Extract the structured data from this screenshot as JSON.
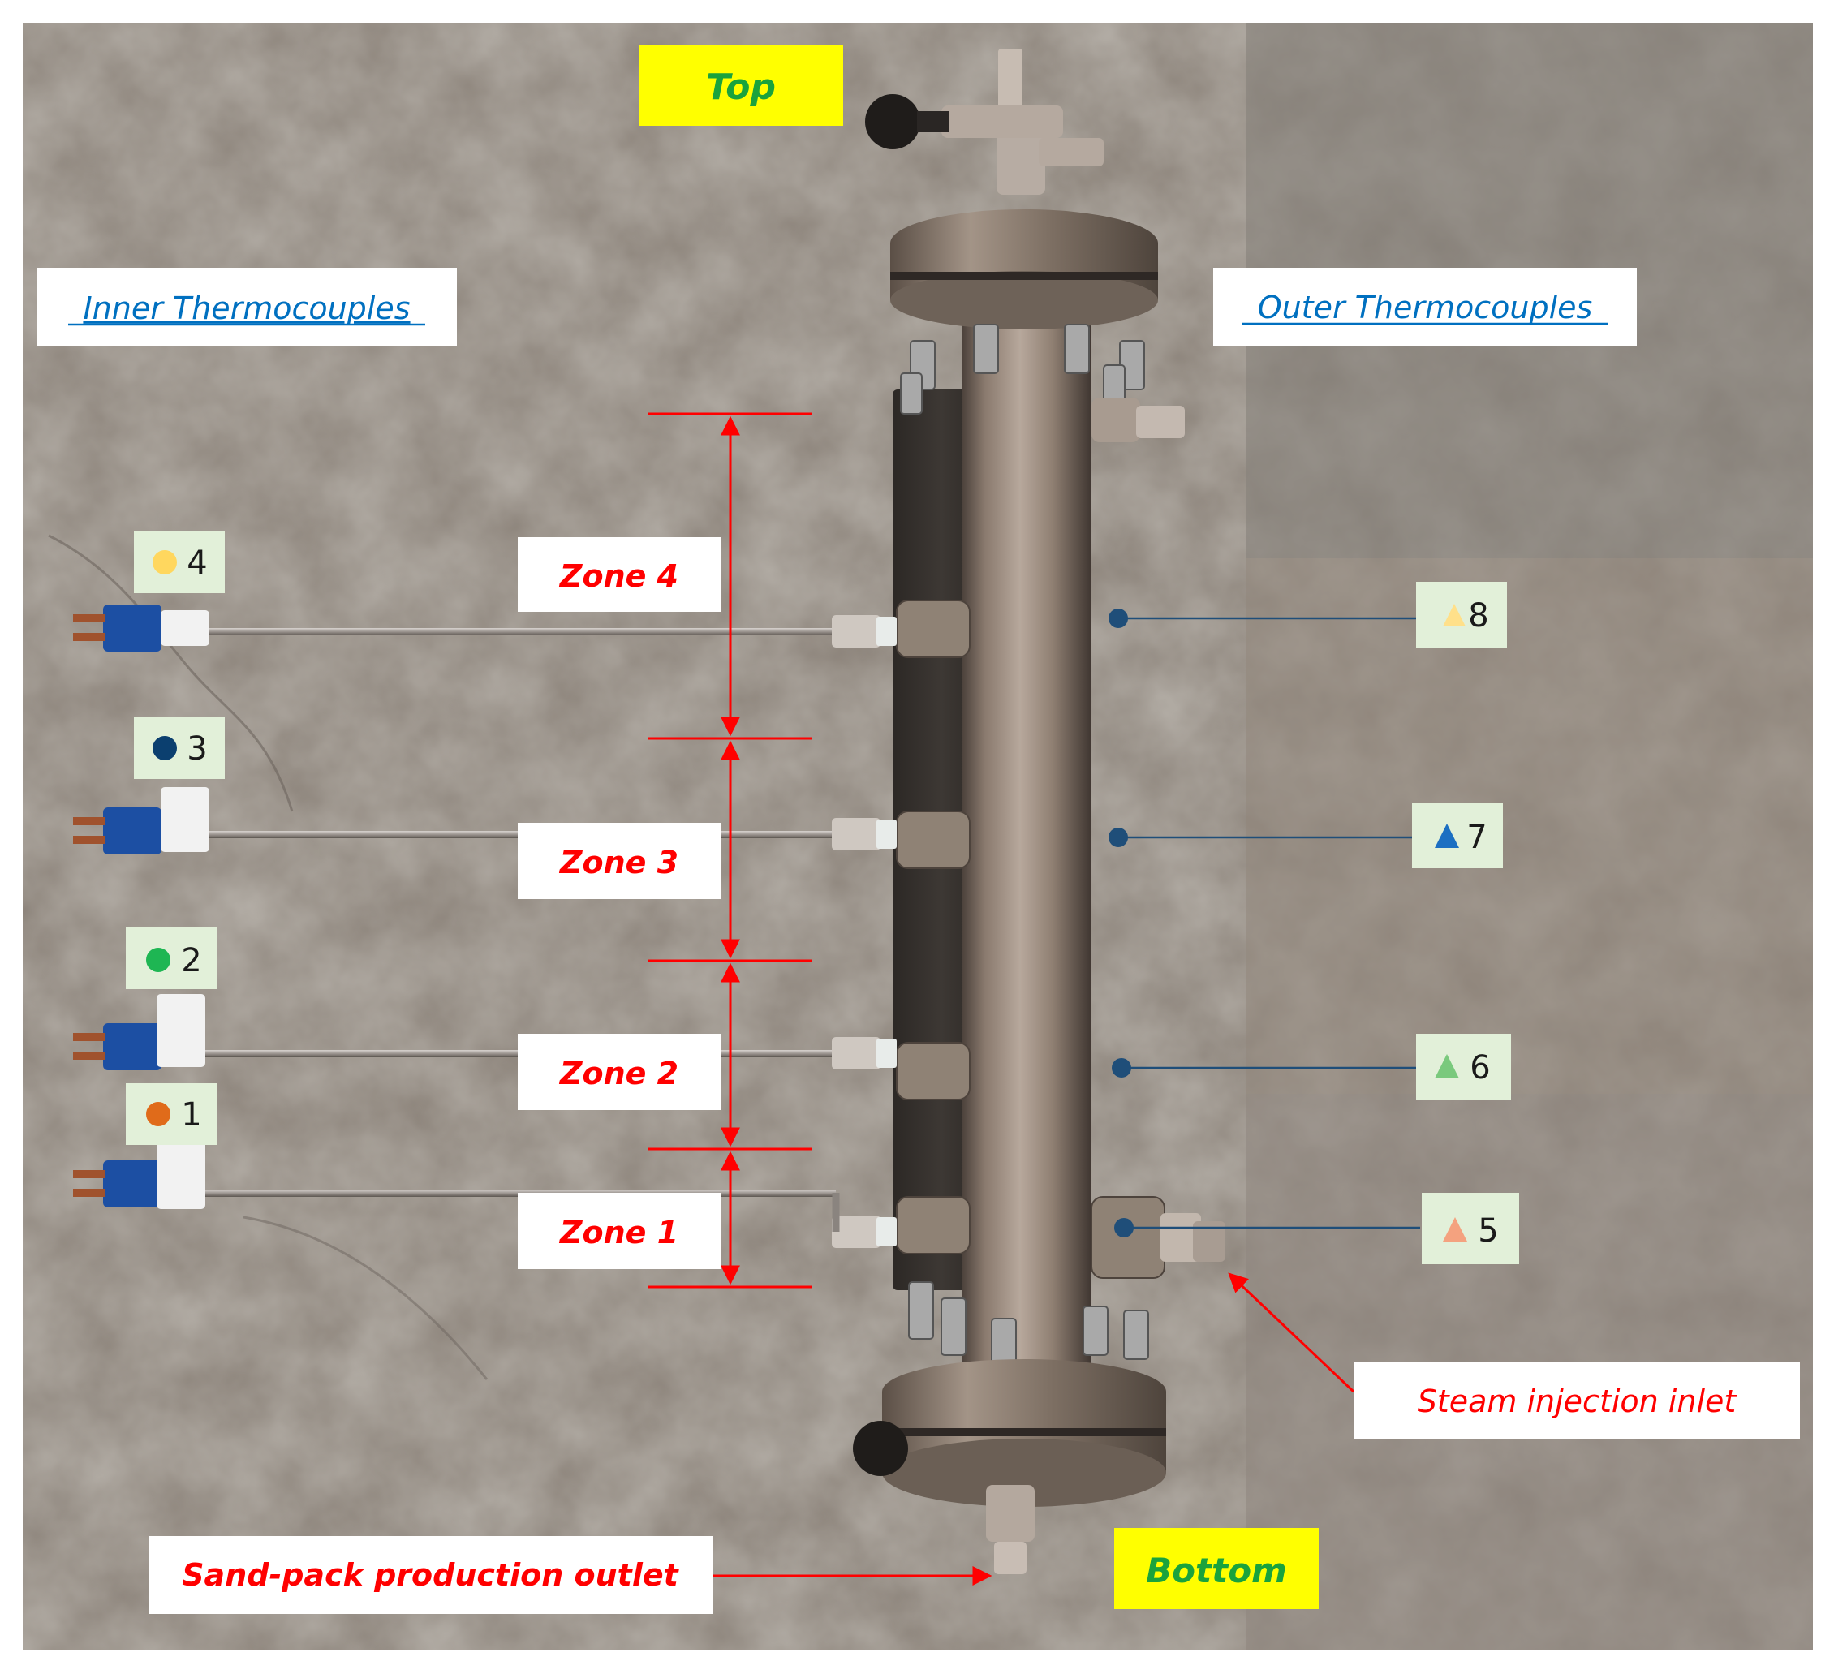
{
  "labels": {
    "top": "Top",
    "bottom": "Bottom",
    "inner_thermocouples": "Inner Thermocouples",
    "outer_thermocouples": "Outer Thermocouples",
    "steam_inlet": "Steam injection inlet",
    "outlet": "Sand-pack production outlet"
  },
  "zones": [
    "Zone 4",
    "Zone 3",
    "Zone 2",
    "Zone 1"
  ],
  "inner": [
    {
      "num": "4",
      "color": "#ffd75e"
    },
    {
      "num": "3",
      "color": "#0b3f6f"
    },
    {
      "num": "2",
      "color": "#1eb653"
    },
    {
      "num": "1",
      "color": "#e06b1a"
    }
  ],
  "outer": [
    {
      "num": "8",
      "color": "#ffe08a"
    },
    {
      "num": "7",
      "color": "#1c6fc2"
    },
    {
      "num": "6",
      "color": "#7ac97d"
    },
    {
      "num": "5",
      "color": "#f4a27f"
    }
  ],
  "colors": {
    "label_yellow": "#ffff00",
    "label_green_text": "#1aa33c",
    "blue_text": "#0070c0",
    "red_text": "#ff0000",
    "marker_bg": "#e2f0d9",
    "connector_blue": "#1c4fa3",
    "dot_line": "#1f4e79",
    "dimension_red": "#ff0000"
  }
}
